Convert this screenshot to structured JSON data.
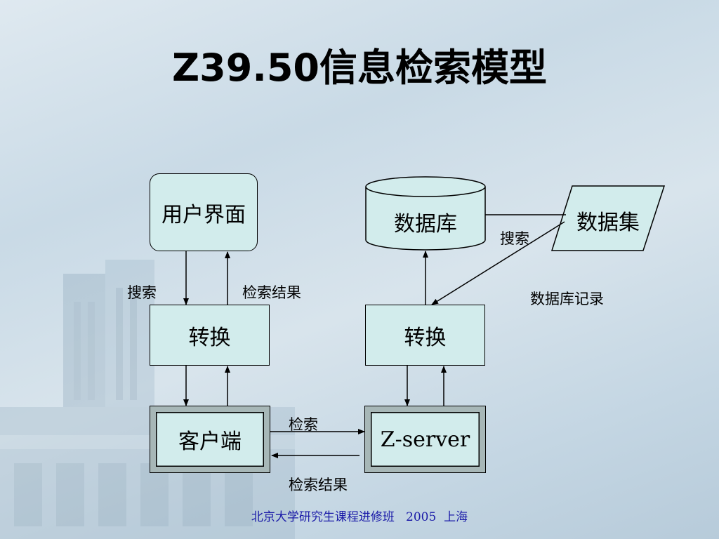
{
  "title": "Z39.50信息检索模型",
  "nodes": {
    "user_interface": "用户界面",
    "database": "数据库",
    "dataset": "数据集",
    "convert_left": "转换",
    "convert_right": "转换",
    "client": "客户端",
    "server": "Z-server"
  },
  "labels": {
    "search_left": "搜索",
    "search_results_left": "检索结果",
    "search_dataset": "搜索",
    "database_records": "数据库记录",
    "search_mid": "检索",
    "search_results_mid": "检索结果"
  },
  "footer": "北京大学研究生课程进修班   2005  上海",
  "colors": {
    "node_fill": "#d2ecec",
    "footer": "#1a1aa8"
  }
}
